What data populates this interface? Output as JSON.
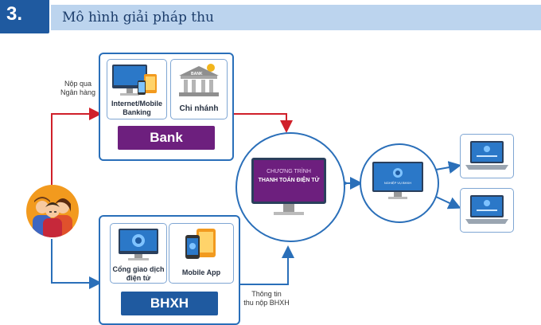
{
  "header": {
    "section_number": "3.",
    "title": "Mô hình giải pháp thu"
  },
  "diagram": {
    "bank_route_label": [
      "Nộp qua",
      "Ngân hàng"
    ],
    "internet_banking_label": [
      "Internet/Mobile",
      "Banking"
    ],
    "branch_label": "Chi nhánh",
    "bank_banner": "Bank",
    "bank_sign": "BANK",
    "portal_label": [
      "Cổng giao dịch",
      "điện tử"
    ],
    "mobile_app_label": "Mobile App",
    "bhxh_banner": "BHXH",
    "info_label": [
      "Thông tin",
      "thu nộp BHXH"
    ],
    "program_title": "CHƯƠNG TRÌNH",
    "program_subtitle": "THANH TOÁN ĐIỆN TỬ",
    "hub_label": "NGHIỆP VỤ BHXH",
    "colors": {
      "bank_banner": "#6d1f7e",
      "bhxh_banner": "#1f5aa0",
      "arrow_red": "#d0202a",
      "arrow_blue": "#2a6fb9"
    }
  }
}
